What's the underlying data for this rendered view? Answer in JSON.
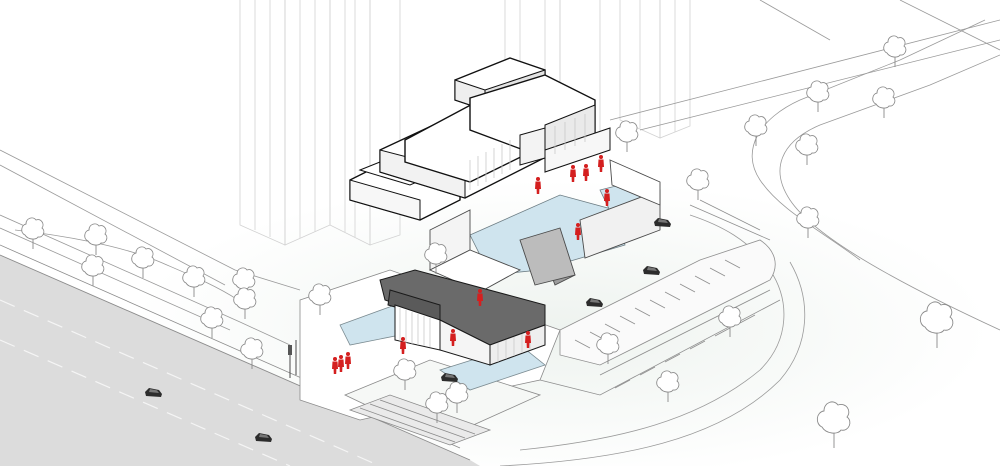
{
  "drawing": {
    "type": "axonometric site diagram",
    "colors": {
      "background": "#ffffff",
      "linework": "#6e6e6e",
      "heavy_outline": "#111111",
      "road": "#d9d9d9",
      "ground_tint": "#eef3ef",
      "water": "#cfe4ee",
      "canopy": "#6a6a6a",
      "people": "#d41f1f",
      "vehicles": "#2c2c2c"
    },
    "people_count": 13,
    "vehicle_count": 6,
    "tree_count": 34
  }
}
